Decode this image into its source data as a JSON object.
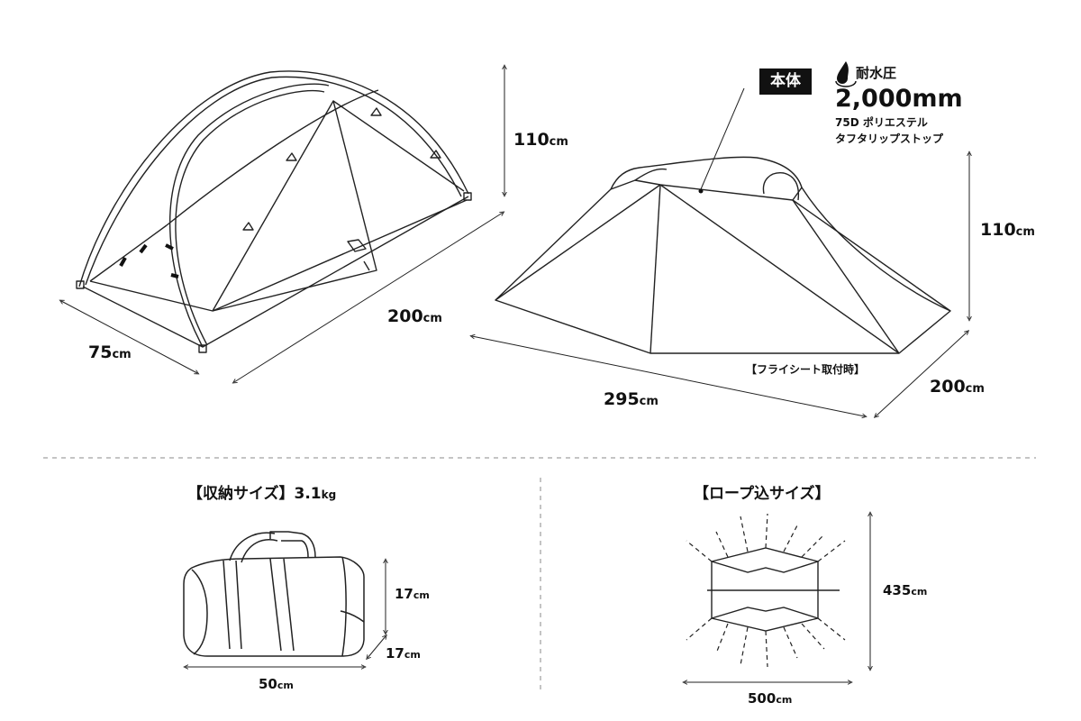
{
  "tent_left": {
    "height": {
      "value": "110",
      "unit": "cm"
    },
    "length": {
      "value": "200",
      "unit": "cm"
    },
    "width": {
      "value": "75",
      "unit": "cm"
    }
  },
  "tent_right": {
    "badge": "本体",
    "water_label": "耐水圧",
    "water_value": "2,000mm",
    "material_line1": "75D ポリエステル",
    "material_line2": "タフタリップストップ",
    "height": {
      "value": "110",
      "unit": "cm"
    },
    "depth": {
      "value": "200",
      "unit": "cm"
    },
    "length": {
      "value": "295",
      "unit": "cm"
    },
    "note": "【フライシート取付時】"
  },
  "storage": {
    "title": "【収納サイズ】3.1",
    "title_unit": "kg",
    "height": {
      "value": "17",
      "unit": "cm"
    },
    "depth": {
      "value": "17",
      "unit": "cm"
    },
    "width": {
      "value": "50",
      "unit": "cm"
    }
  },
  "rope": {
    "title": "【ロープ込サイズ】",
    "height": {
      "value": "435",
      "unit": "cm"
    },
    "width": {
      "value": "500",
      "unit": "cm"
    }
  },
  "icons": {
    "water": "water-drop-icon"
  }
}
